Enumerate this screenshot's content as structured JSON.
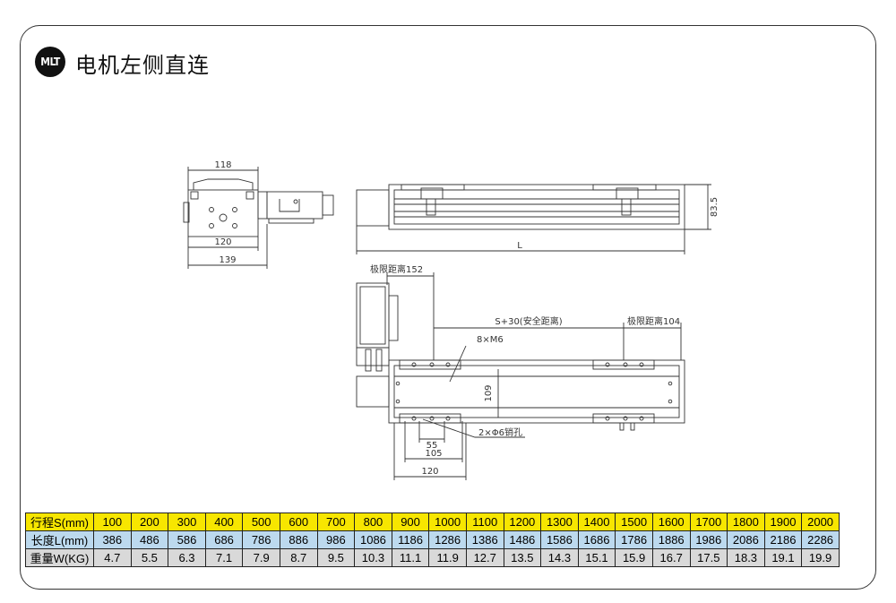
{
  "brand": {
    "logo_text": "MLT"
  },
  "title": "电机左侧直连",
  "dimensions": {
    "end_width": "118",
    "end_base": "120",
    "end_total": "139",
    "length_label": "L",
    "height": "83.5",
    "limit_left": "极限距离152",
    "stroke_safety": "S+30(安全距离)",
    "limit_right": "极限距离104",
    "screw_holes": "8×M6",
    "carriage_width": "109",
    "pin_holes": "2×Φ6销孔",
    "hole_pitch_a": "55",
    "hole_pitch_b": "105",
    "carriage_length": "120"
  },
  "table": {
    "headers": [
      "行程S(mm)",
      "长度L(mm)",
      "重量W(KG)"
    ],
    "stroke": [
      "100",
      "200",
      "300",
      "400",
      "500",
      "600",
      "700",
      "800",
      "900",
      "1000",
      "1100",
      "1200",
      "1300",
      "1400",
      "1500",
      "1600",
      "1700",
      "1800",
      "1900",
      "2000"
    ],
    "length": [
      "386",
      "486",
      "586",
      "686",
      "786",
      "886",
      "986",
      "1086",
      "1186",
      "1286",
      "1386",
      "1486",
      "1586",
      "1686",
      "1786",
      "1886",
      "1986",
      "2086",
      "2186",
      "2286"
    ],
    "weight": [
      "4.7",
      "5.5",
      "6.3",
      "7.1",
      "7.9",
      "8.7",
      "9.5",
      "10.3",
      "11.1",
      "11.9",
      "12.7",
      "13.5",
      "14.3",
      "15.1",
      "15.9",
      "16.7",
      "17.5",
      "18.3",
      "19.1",
      "19.9"
    ]
  },
  "colors": {
    "stroke_row": "#f7e600",
    "length_row": "#bcd9ee",
    "weight_row": "#d9d9d9"
  }
}
